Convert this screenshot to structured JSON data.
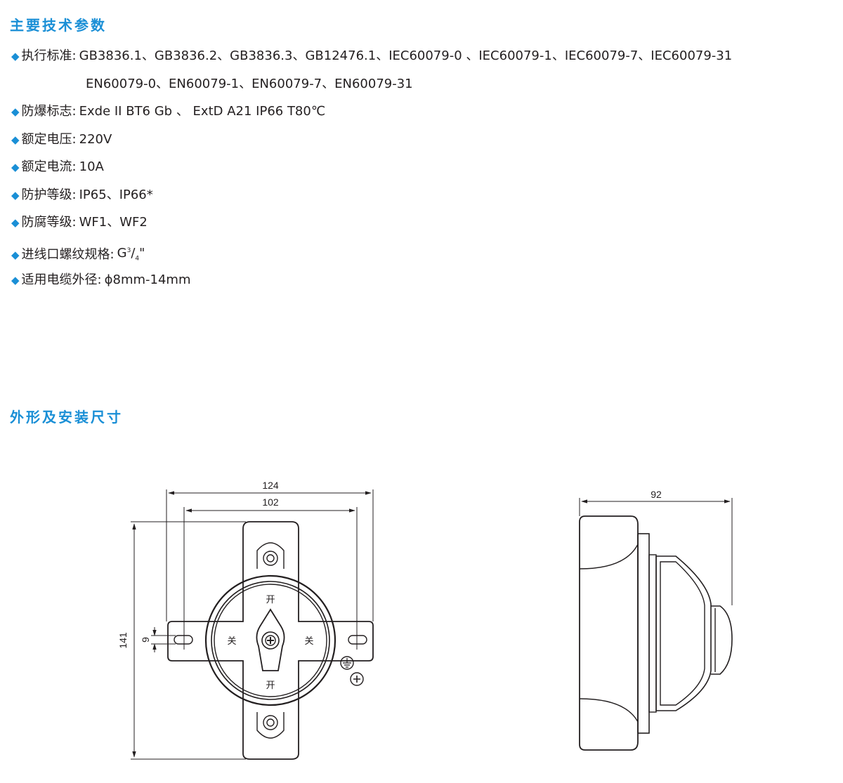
{
  "sections": {
    "specs_title": "主要技术参数",
    "outline_title": "外形及安装尺寸"
  },
  "colors": {
    "accent": "#1a8fd6",
    "text": "#231f20"
  },
  "bullet_icon": "diamond-icon",
  "specs": [
    {
      "label": "执行标准",
      "value": "GB3836.1、GB3836.2、GB3836.3、GB12476.1、IEC60079-0 、IEC60079-1、IEC60079-7、IEC60079-31",
      "cont": "EN60079-0、EN60079-1、EN60079-7、EN60079-31"
    },
    {
      "label": "防爆标志",
      "value": "Exde II BT6 Gb 、 ExtD A21 IP66 T80℃"
    },
    {
      "label": "额定电压",
      "value": "220V"
    },
    {
      "label": "额定电流",
      "value": "10A"
    },
    {
      "label": "防护等级",
      "value": "IP65、IP66*"
    },
    {
      "label": "防腐等级",
      "value": "WF1、WF2"
    },
    {
      "label": "进线口螺纹规格",
      "value_main": "G",
      "value_sup": "3",
      "value_slash": "/",
      "value_sub": "4",
      "value_tail": "\""
    },
    {
      "label": "适用电缆外径",
      "value": "ϕ8mm-14mm"
    }
  ],
  "drawing": {
    "front": {
      "dim_overall_width": "124",
      "dim_hole_spacing": "102",
      "dim_height": "141",
      "dim_slot": "9",
      "mark_top": "开",
      "mark_bottom": "开",
      "mark_left": "关",
      "mark_right": "关"
    },
    "side": {
      "dim_depth": "92"
    }
  }
}
